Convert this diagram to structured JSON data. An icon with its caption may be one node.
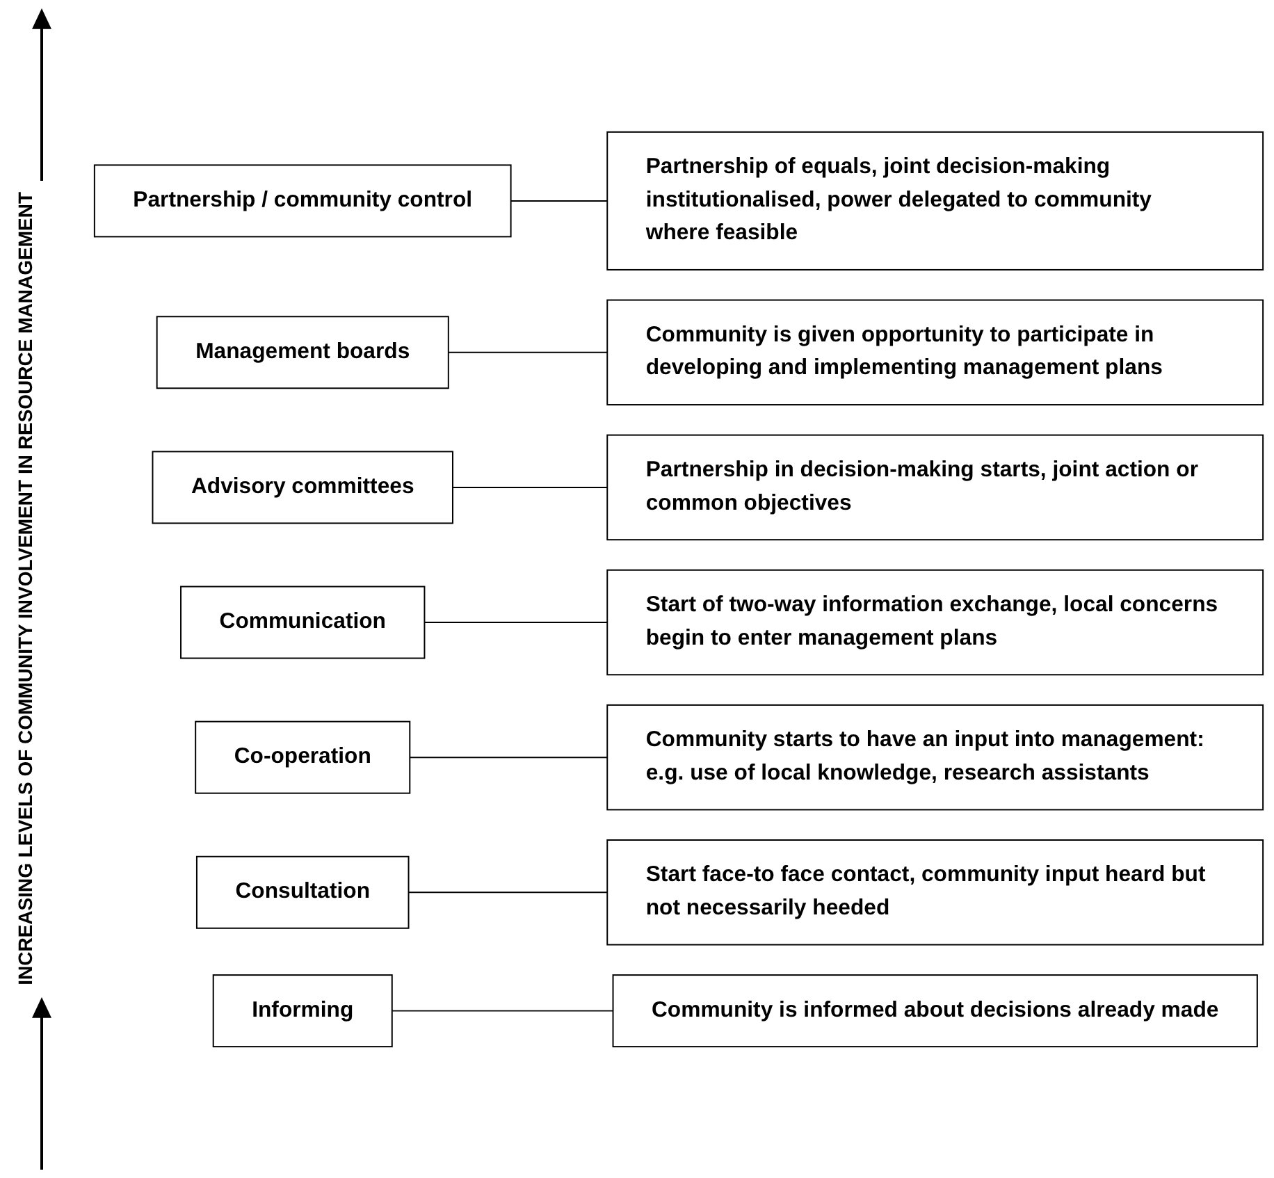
{
  "diagram": {
    "nodes": [
      {
        "text": [
          "Partnership / community control"
        ]
      },
      {
        "text": [
          "Partnership of equals, joint decision-making institutionalised, power delegated to community where feasible"
        ]
      },
      {
        "text": [
          "Management boards"
        ]
      },
      {
        "text": [
          "Community is given opportunity to participate in developing and implementing management plans"
        ]
      },
      {
        "text": [
          "Advisory committees"
        ]
      },
      {
        "text": [
          "Partnership in decision-making starts, joint action or common objectives"
        ]
      },
      {
        "text": [
          "Communication"
        ]
      },
      {
        "text": [
          "Start of two-way information exchange, local concerns begin to enter management plans"
        ]
      },
      {
        "text": [
          "Co-operation"
        ]
      },
      {
        "text": [
          "Community starts to have an input into management: e.g. use of local knowledge, research assistants"
        ]
      },
      {
        "text": [
          "Consultation"
        ]
      },
      {
        "text": [
          "Start face-to face contact, community input heard but not necessarily heeded"
        ]
      },
      {
        "text": [
          "Informing"
        ]
      },
      {
        "text": [
          "Community is informed about decisions already made"
        ]
      }
    ],
    "edges": [
      {
        "from": 0,
        "to": 1,
        "arrow": "none"
      },
      {
        "from": 2,
        "to": 3,
        "arrow": "none"
      },
      {
        "from": 4,
        "to": 5,
        "arrow": "none"
      },
      {
        "from": 6,
        "to": 7,
        "arrow": "none"
      },
      {
        "from": 8,
        "to": 9,
        "arrow": "none"
      },
      {
        "from": 10,
        "to": 11,
        "arrow": "none"
      },
      {
        "from": 12,
        "to": 13,
        "arrow": "none"
      }
    ],
    "labels": [
      "INCREASING LEVELS OF COMMUNITY INVOLVEMENT IN RESOURCE MANAGEMENT"
    ]
  }
}
